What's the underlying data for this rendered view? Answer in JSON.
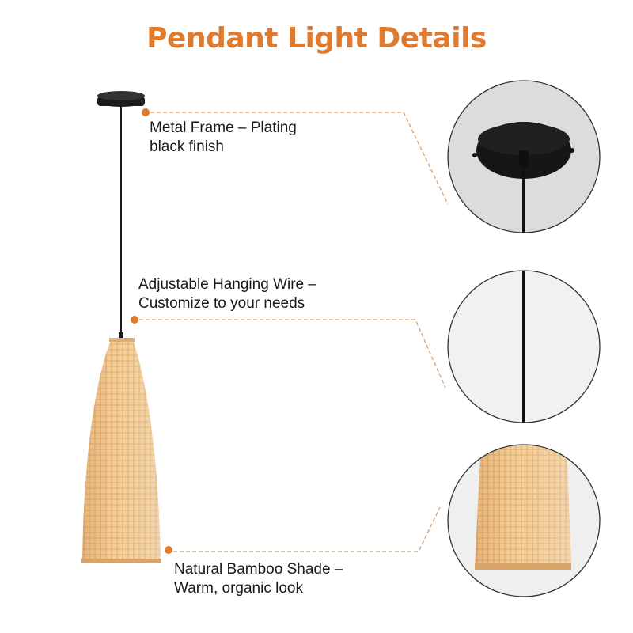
{
  "title": "Pendant Light Details",
  "colors": {
    "accent": "#e07a2e",
    "connector": "#d8a070",
    "canopy": "#1c1c1c",
    "bamboo_light": "#f2cc95",
    "bamboo_mid": "#e3ad6e",
    "bamboo_dark": "#c48a4c",
    "detail_bg_1": "#dcdcdc",
    "detail_bg_2": "#f1f1f1",
    "circle_border": "#333333"
  },
  "callouts": [
    {
      "id": "metal-frame",
      "line1": "Metal Frame – Plating",
      "line2": "black finish",
      "detail_image": "canopy-closeup"
    },
    {
      "id": "hanging-wire",
      "line1": "Adjustable Hanging Wire –",
      "line2": "Customize to your needs",
      "detail_image": "wire-closeup"
    },
    {
      "id": "bamboo-shade",
      "line1": "Natural Bamboo Shade –",
      "line2": "Warm, organic look",
      "detail_image": "shade-closeup"
    }
  ]
}
